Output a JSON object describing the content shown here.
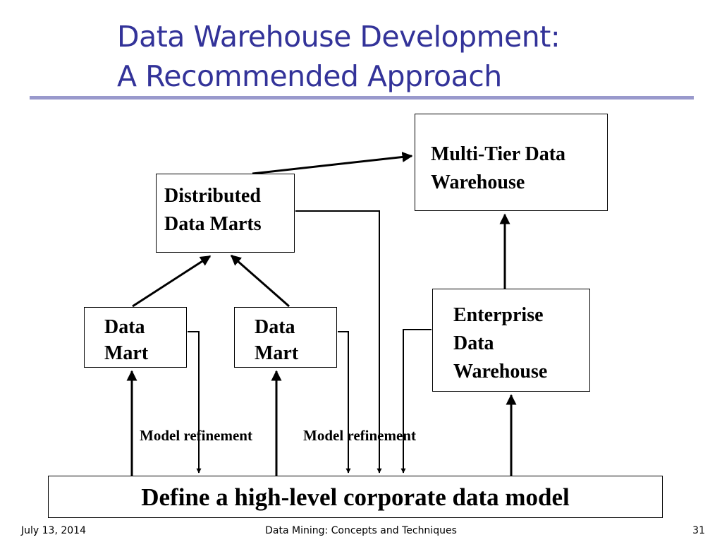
{
  "slide": {
    "title_line1": "Data Warehouse Development:",
    "title_line2": "A Recommended Approach",
    "accent_color": "#333399",
    "rule_color": "#9999cc"
  },
  "diagram": {
    "multi_tier": {
      "line1": "Multi-Tier Data",
      "line2": "Warehouse"
    },
    "distributed": {
      "line1": "Distributed",
      "line2": "Data Marts"
    },
    "data_mart_1": {
      "line1": "Data",
      "line2": "Mart"
    },
    "data_mart_2": {
      "line1": "Data",
      "line2": "Mart"
    },
    "enterprise": {
      "line1": "Enterprise",
      "line2": "Data",
      "line3": "Warehouse"
    },
    "corporate_model": "Define a high-level corporate data model",
    "refinement_label_1": "Model refinement",
    "refinement_label_2": "Model refinement"
  },
  "footer": {
    "date": "July 13, 2014",
    "center": "Data Mining: Concepts and Techniques",
    "page": "31"
  }
}
